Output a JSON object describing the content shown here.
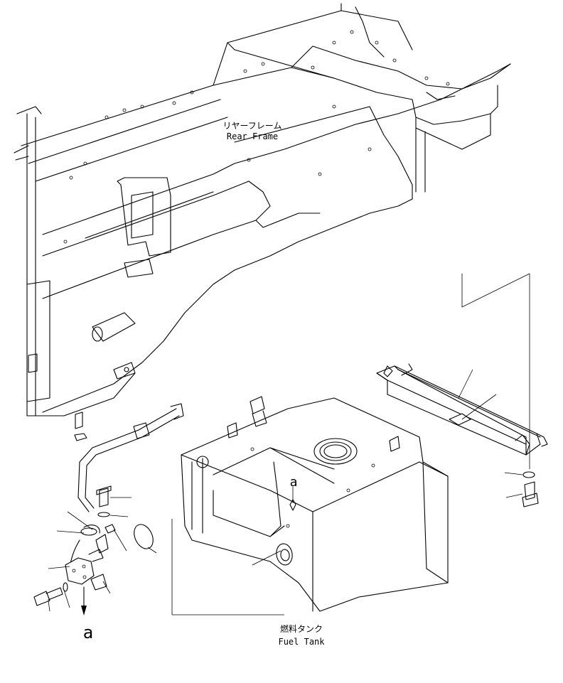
{
  "labels": {
    "rear_frame_jp": "リヤーフレーム",
    "rear_frame_en": "Rear Frame",
    "fuel_tank_jp": "燃料タンク",
    "fuel_tank_en": "Fuel Tank",
    "ref_a_left": "a",
    "ref_a_tank": "a"
  }
}
